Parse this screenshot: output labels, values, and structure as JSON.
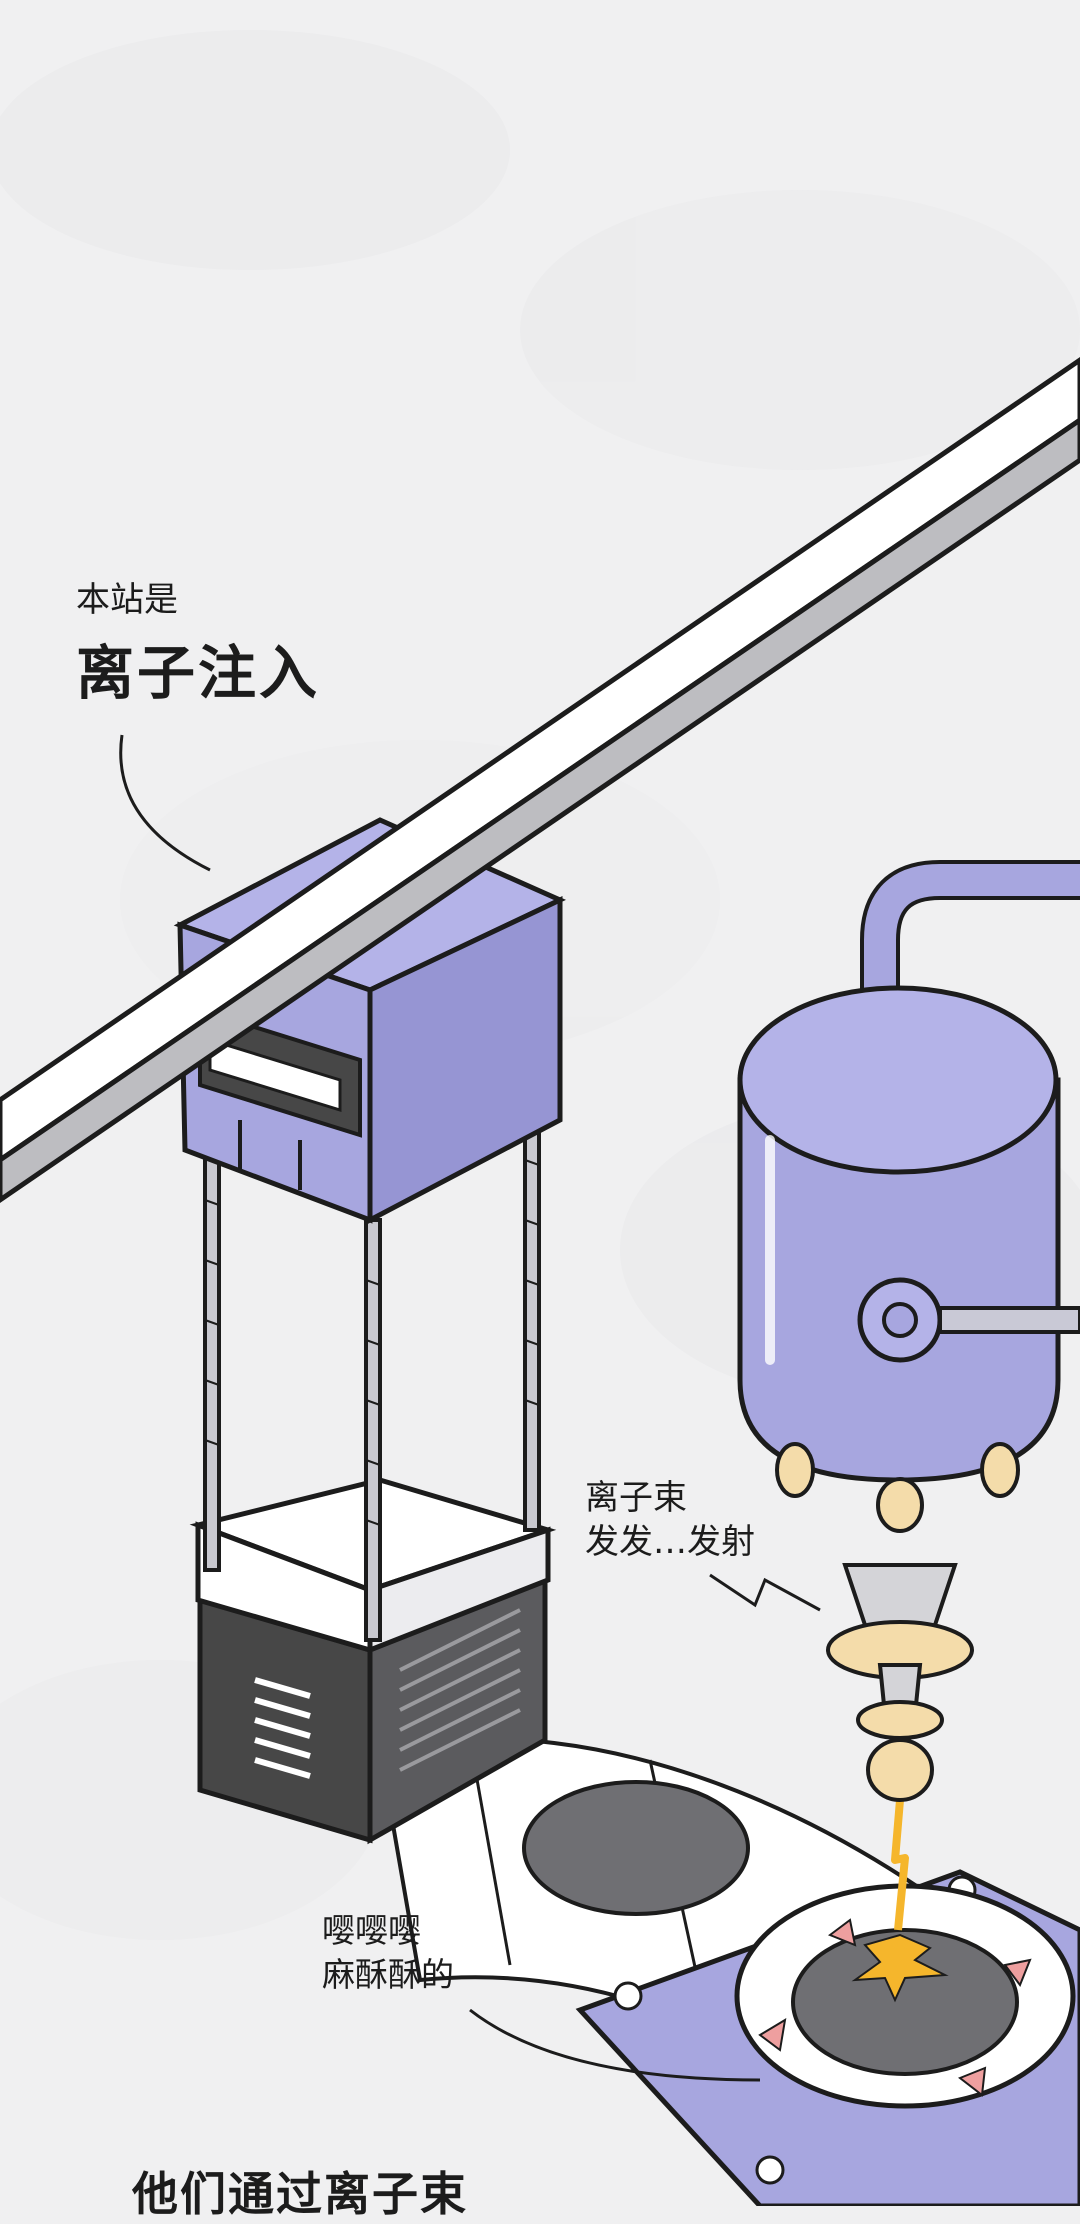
{
  "captions": {
    "intro": "本站是",
    "station_name": "离子注入",
    "beam_line1": "离子束",
    "beam_line2": "发发…发射",
    "sfx_line1": "嘤嘤嘤",
    "sfx_line2": "麻酥酥的",
    "bottom_text": "他们通过离子束"
  },
  "colors": {
    "background": "#f0f0f1",
    "machine_purple": "#a7a6df",
    "outline": "#1c1c1c",
    "wafer_gray": "#6f6f73",
    "dark_body": "#474747",
    "nozzle_beige": "#f4dcaa",
    "spark_yellow": "#f5b62c",
    "marker_pink": "#ee9f9f"
  }
}
